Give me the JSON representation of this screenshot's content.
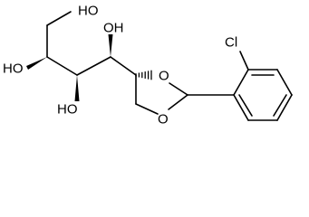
{
  "labels": {
    "oh_top": "HO",
    "oh_mid": "OH",
    "oh_left": "HO",
    "oh_bottom": "HO",
    "o_ring_upper": "O",
    "o_ring_lower": "O",
    "cl": "Cl"
  },
  "colors": {
    "bond": "#000000",
    "text": "#000000",
    "background": "#ffffff"
  }
}
